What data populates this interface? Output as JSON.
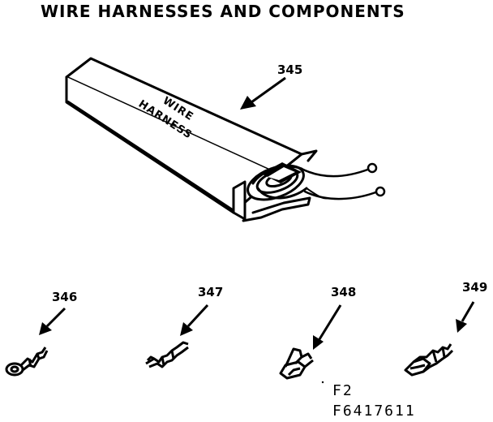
{
  "title": "WIRE HARNESSES AND COMPONENTS",
  "box_label": {
    "line1": "WIRE",
    "line2": "HARNESS"
  },
  "callouts": [
    {
      "id": "harness",
      "label": "345"
    },
    {
      "id": "terminal-346",
      "label": "346"
    },
    {
      "id": "terminal-347",
      "label": "347"
    },
    {
      "id": "terminal-348",
      "label": "348"
    },
    {
      "id": "terminal-349",
      "label": "349"
    }
  ],
  "figure_code": {
    "line1": "F2",
    "line2": "F6417611"
  }
}
